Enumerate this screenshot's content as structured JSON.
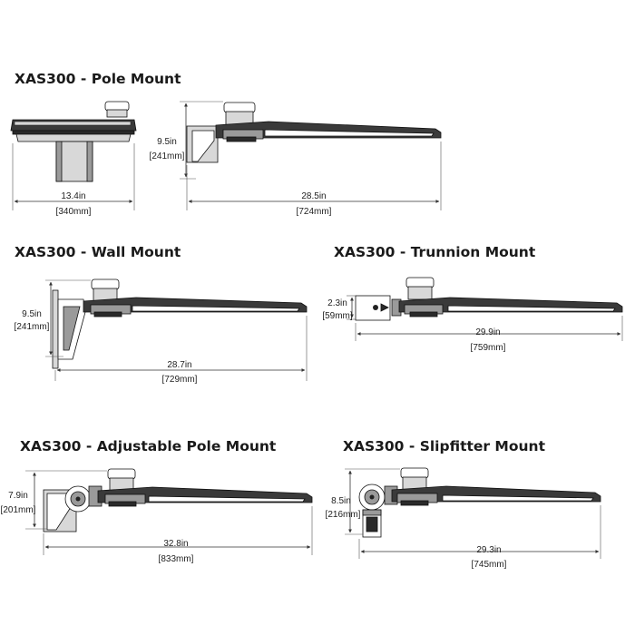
{
  "sections": {
    "pole": {
      "title": "XAS300 - Pole Mount",
      "front_width_in": "13.4in",
      "front_width_mm": "[340mm]",
      "height_in": "9.5in",
      "height_mm": "[241mm]",
      "length_in": "28.5in",
      "length_mm": "[724mm]"
    },
    "wall": {
      "title": "XAS300 - Wall Mount",
      "height_in": "9.5in",
      "height_mm": "[241mm]",
      "length_in": "28.7in",
      "length_mm": "[729mm]"
    },
    "trunnion": {
      "title": "XAS300 - Trunnion Mount",
      "height_in": "2.3in",
      "height_mm": "[59mm]",
      "length_in": "29.9in",
      "length_mm": "[759mm]"
    },
    "adjustable": {
      "title": "XAS300 - Adjustable Pole Mount",
      "height_in": "7.9in",
      "height_mm": "[201mm]",
      "length_in": "32.8in",
      "length_mm": "[833mm]"
    },
    "slipfitter": {
      "title": "XAS300 - Slipfitter Mount",
      "height_in": "8.5in",
      "height_mm": "[216mm]",
      "length_in": "29.3in",
      "length_mm": "[745mm]"
    }
  }
}
